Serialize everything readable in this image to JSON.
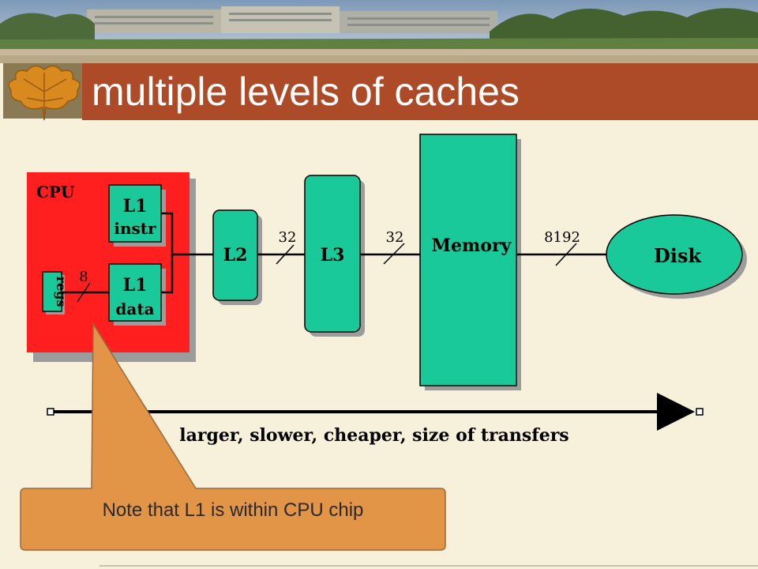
{
  "slide": {
    "title": "multiple levels of caches"
  },
  "diagram": {
    "cpu_label": "CPU",
    "l1_instr": {
      "line1": "L1",
      "line2": "instr"
    },
    "l1_data": {
      "line1": "L1",
      "line2": "data"
    },
    "regs_label": "regs",
    "bus_regs_l1": "8",
    "l2_label": "L2",
    "bus_l2_l3": "32",
    "l3_label": "L3",
    "bus_l3_mem": "32",
    "memory_label": "Memory",
    "bus_mem_disk": "8192",
    "disk_label": "Disk",
    "axis_caption": "larger, slower, cheaper, size of transfers"
  },
  "callout": {
    "text": "Note that L1 is within CPU chip"
  },
  "colors": {
    "title_bar": "#ad4a28",
    "slide_background": "#f7f1dc",
    "cpu_red": "#ff1f1f",
    "component_teal": "#19c99a",
    "callout_orange": "#e29447"
  },
  "icons": {
    "header_photo": "campus-building-photo",
    "title_ornament": "autumn-leaf-icon"
  }
}
